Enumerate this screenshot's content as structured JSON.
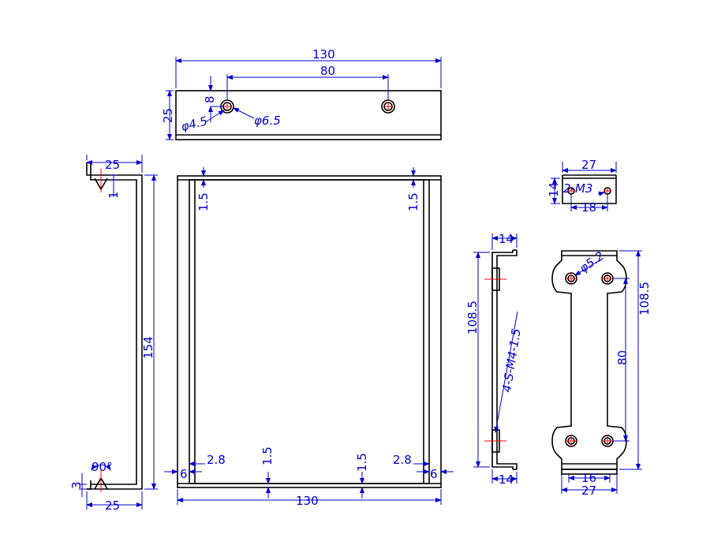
{
  "colors": {
    "outline": "#000000",
    "dimension": "#0000cc",
    "centerline": "#ff0000",
    "background": "#ffffff"
  },
  "top_view": {
    "overall_width": "130",
    "hole_spacing": "80",
    "height": "25",
    "hole_offset": "8",
    "hole_small": "φ4.5",
    "hole_large": "φ6.5"
  },
  "side_view": {
    "top_flange": "25",
    "lip": "1",
    "height": "154",
    "angle": "90°",
    "bottom_lip": "3",
    "bottom_flange": "25"
  },
  "front_view": {
    "left_gap": "1.5",
    "right_gap": "1.5",
    "left_offset": "2.8",
    "right_offset": "2.8",
    "left_edge": "6",
    "right_edge": "6",
    "bottom_left_gap": "1.5",
    "bottom_right_gap": "1.5",
    "overall_width": "130"
  },
  "small_bracket_top": {
    "width": "27",
    "height": "14",
    "thread": "2-M3",
    "hole_spacing": "18"
  },
  "bracket_side": {
    "flange_top": "14",
    "height": "108.5",
    "thread_note": "4-S-M4-1.5",
    "flange_bottom": "14"
  },
  "bracket_front": {
    "hole": "φ5.2",
    "height": "108.5",
    "hole_spacing": "80",
    "bottom_inner": "16",
    "bottom_width": "27"
  }
}
